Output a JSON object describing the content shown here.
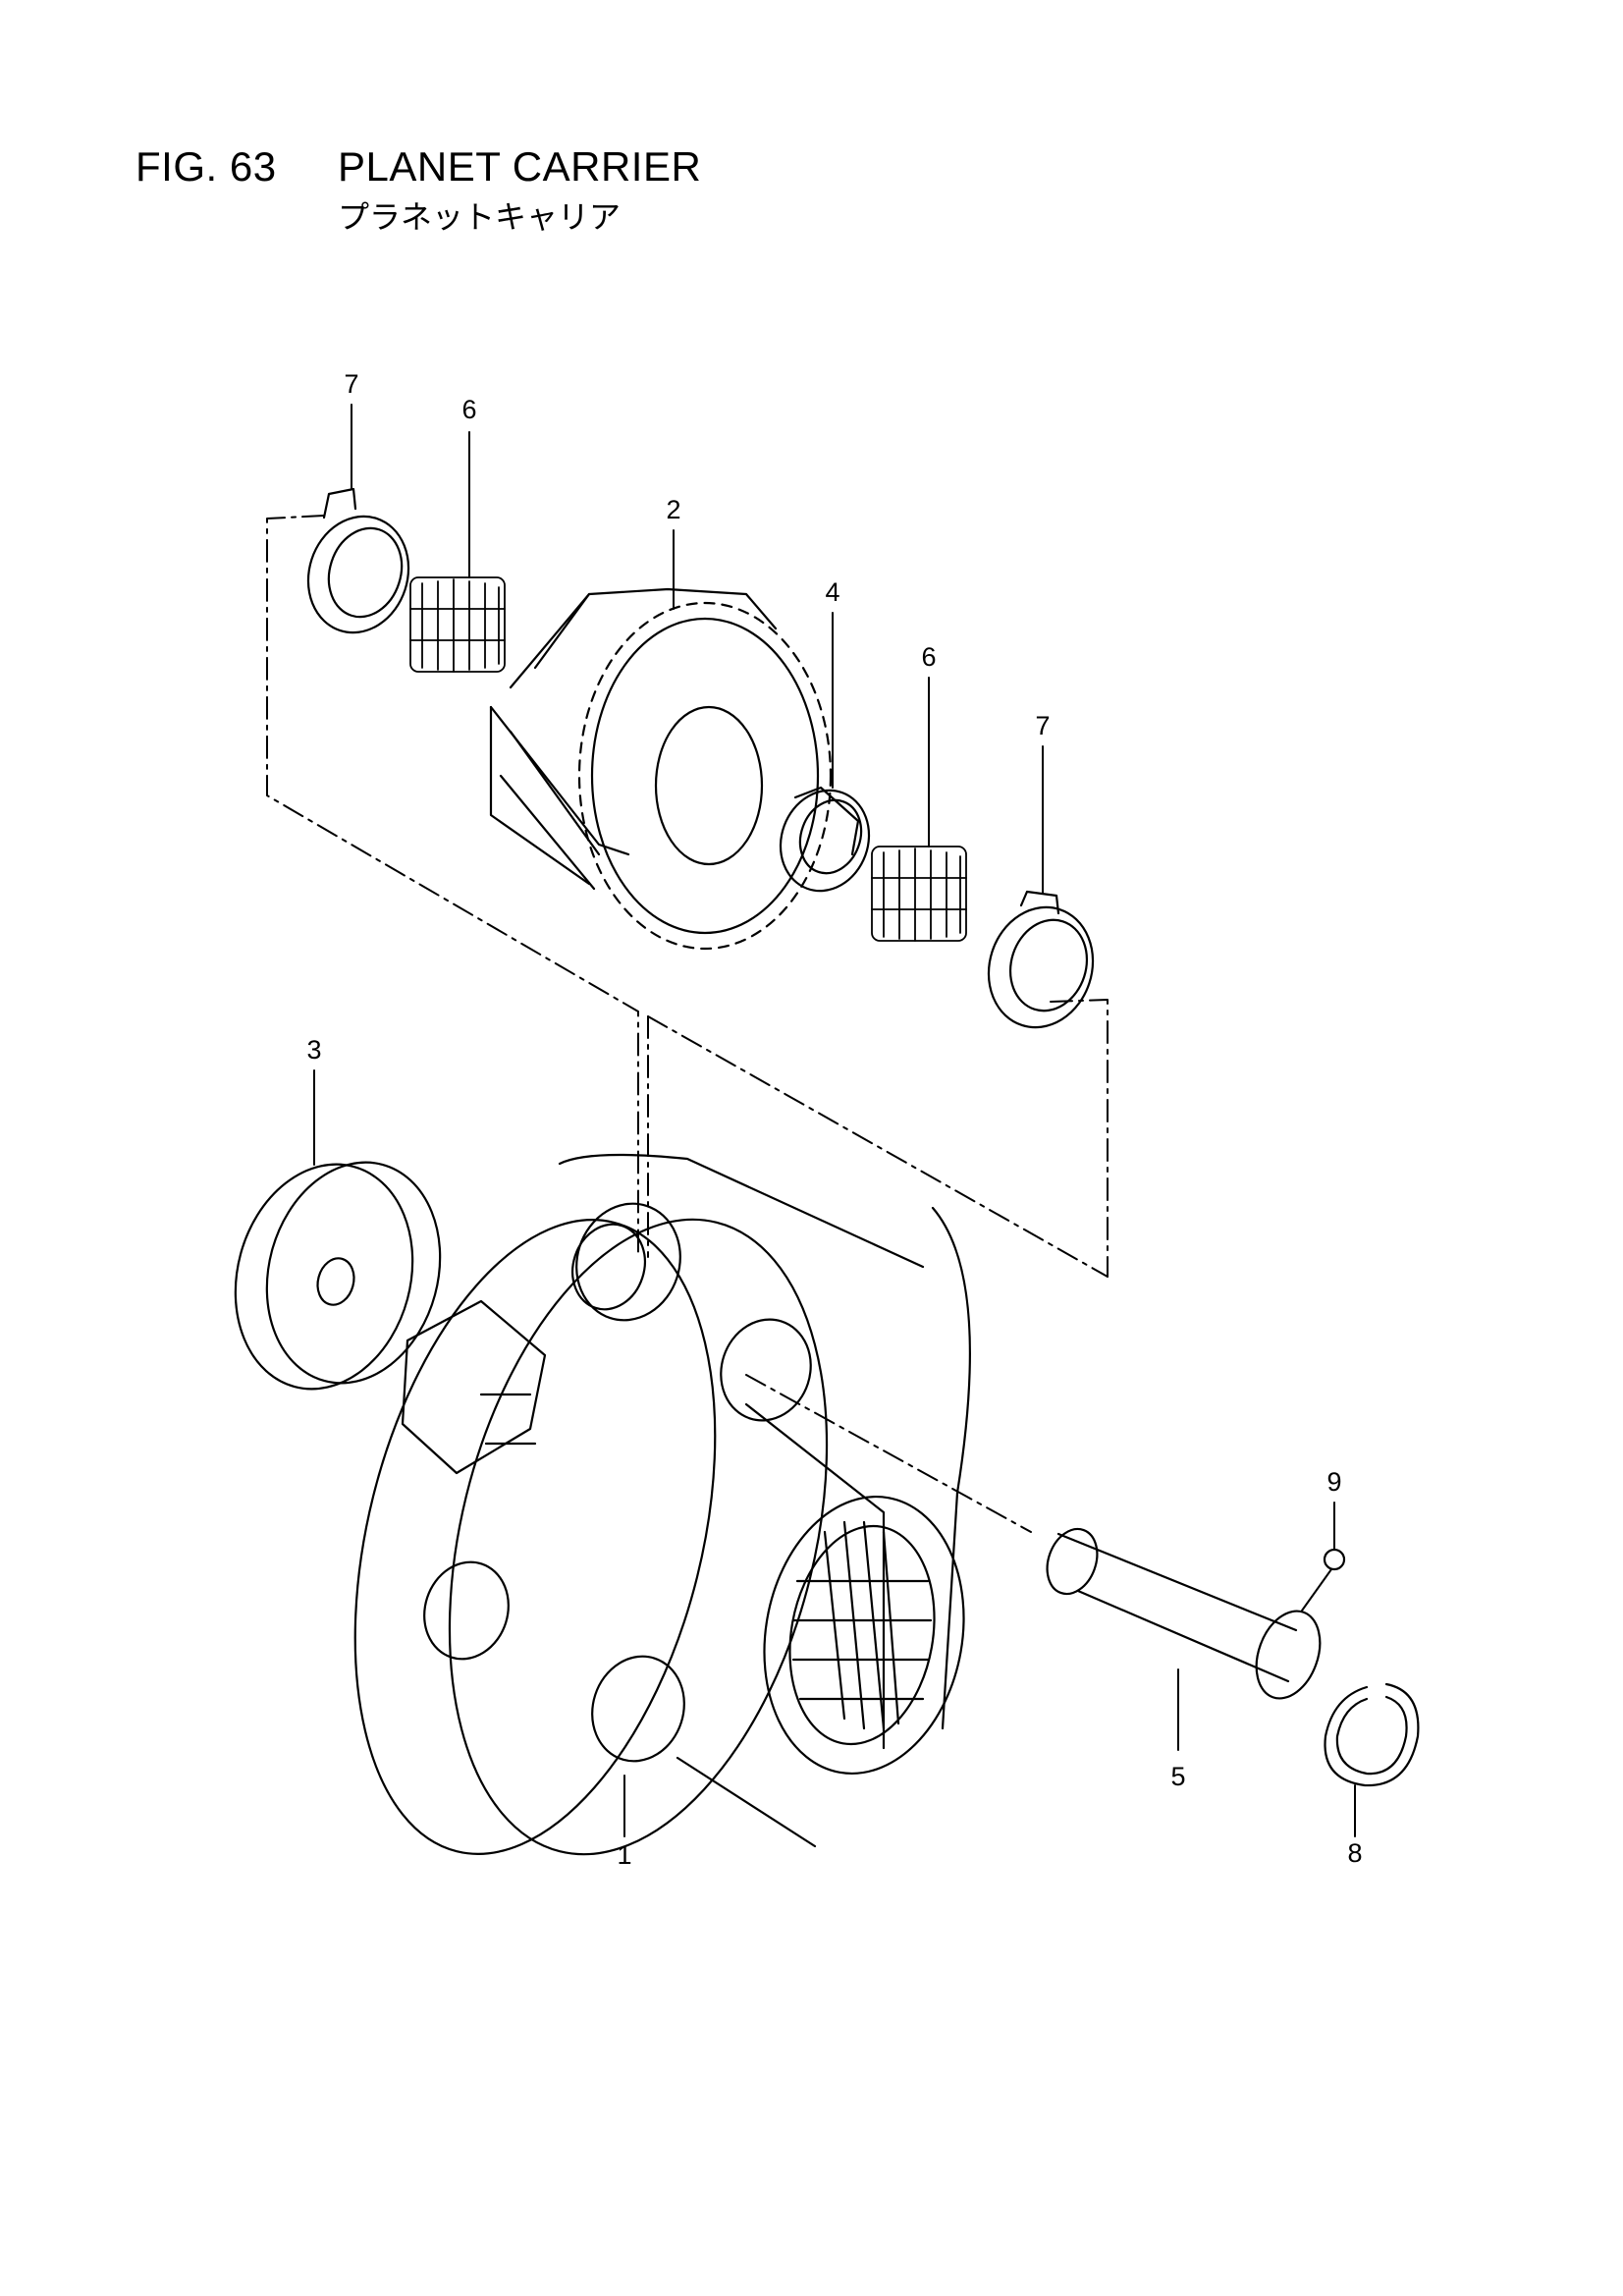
{
  "header": {
    "figure_number": "FIG. 63",
    "title": "PLANET CARRIER",
    "title_jp": "プラネットキャリア"
  },
  "callouts": [
    {
      "id": "c7a",
      "label": "7",
      "part": "thrust-washer-left"
    },
    {
      "id": "c6a",
      "label": "6",
      "part": "needle-bearing-left"
    },
    {
      "id": "c2",
      "label": "2",
      "part": "planet-gear"
    },
    {
      "id": "c4",
      "label": "4",
      "part": "spacer-ring"
    },
    {
      "id": "c6b",
      "label": "6",
      "part": "needle-bearing-right"
    },
    {
      "id": "c7b",
      "label": "7",
      "part": "thrust-washer-right"
    },
    {
      "id": "c3",
      "label": "3",
      "part": "thrust-plate"
    },
    {
      "id": "c9",
      "label": "9",
      "part": "ball"
    },
    {
      "id": "c5",
      "label": "5",
      "part": "planet-pin"
    },
    {
      "id": "c1",
      "label": "1",
      "part": "planet-carrier"
    },
    {
      "id": "c8",
      "label": "8",
      "part": "snap-ring"
    }
  ]
}
